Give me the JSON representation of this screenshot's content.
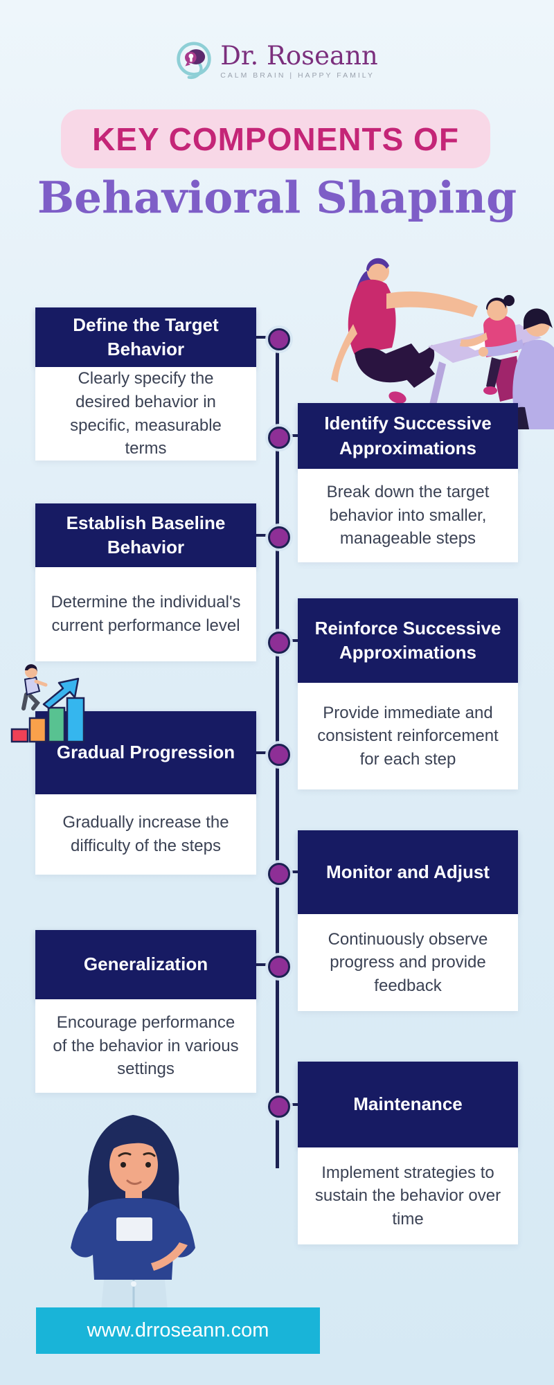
{
  "logo": {
    "name": "Dr. Roseann",
    "tagline": "CALM BRAIN | HAPPY FAMILY",
    "name_color": "#7b2f7d",
    "tagline_color": "#9aa2ad",
    "icon": "brain-head-logo-icon",
    "icon_colors": {
      "ring_teal": "#8ecfd6",
      "brain_purple": "#5c2a6e",
      "brain_magenta": "#a83a8c",
      "keyhole_white": "#ffffff"
    }
  },
  "header": {
    "kicker": "KEY COMPONENTS OF",
    "kicker_color": "#c42577",
    "kicker_bg": "#f8d8e7",
    "title": "Behavioral Shaping",
    "title_color": "#7e5ec7"
  },
  "timeline": {
    "line_color": "#1c2152",
    "dot_fill": "#8e2f96",
    "dot_border": "#1c2152",
    "step_title_bg": "#171b63",
    "step_title_color": "#ffffff",
    "step_desc_bg": "#ffffff",
    "step_desc_color": "#3b4254"
  },
  "steps": [
    {
      "side": "left",
      "title": "Define the Target Behavior",
      "description": "Clearly specify the desired behavior in specific, measurable terms"
    },
    {
      "side": "right",
      "title": "Identify Successive Approximations",
      "description": "Break down the target behavior into smaller, manageable steps"
    },
    {
      "side": "left",
      "title": "Establish Baseline Behavior",
      "description": "Determine the individual's current performance level"
    },
    {
      "side": "right",
      "title": "Reinforce Successive Approximations",
      "description": "Provide immediate and consistent reinforcement for each step"
    },
    {
      "side": "left",
      "title": "Gradual Progression",
      "description": "Gradually increase the difficulty of the steps"
    },
    {
      "side": "right",
      "title": "Monitor and Adjust",
      "description": "Continuously observe progress and provide feedback"
    },
    {
      "side": "left",
      "title": "Generalization",
      "description": "Encourage performance of the behavior in various settings"
    },
    {
      "side": "right",
      "title": "Maintenance",
      "description": "Implement strategies to sustain the behavior over time"
    }
  ],
  "illustrations": [
    {
      "name": "teaching-at-desk-illustration",
      "desc": "adult in magenta shirt guiding child at desk with seated therapist"
    },
    {
      "name": "climbing-bar-steps-illustration",
      "desc": "person climbing ascending colored bars with upward arrow",
      "bar_colors": [
        "#ef4156",
        "#f9a14b",
        "#58c291",
        "#35b6ee"
      ]
    },
    {
      "name": "woman-illustration",
      "desc": "woman with long dark hair, navy t-shirt, hand on hip"
    }
  ],
  "footer": {
    "website": "www.drroseann.com",
    "banner_bg": "#19b4d8",
    "text_color": "#ffffff"
  }
}
